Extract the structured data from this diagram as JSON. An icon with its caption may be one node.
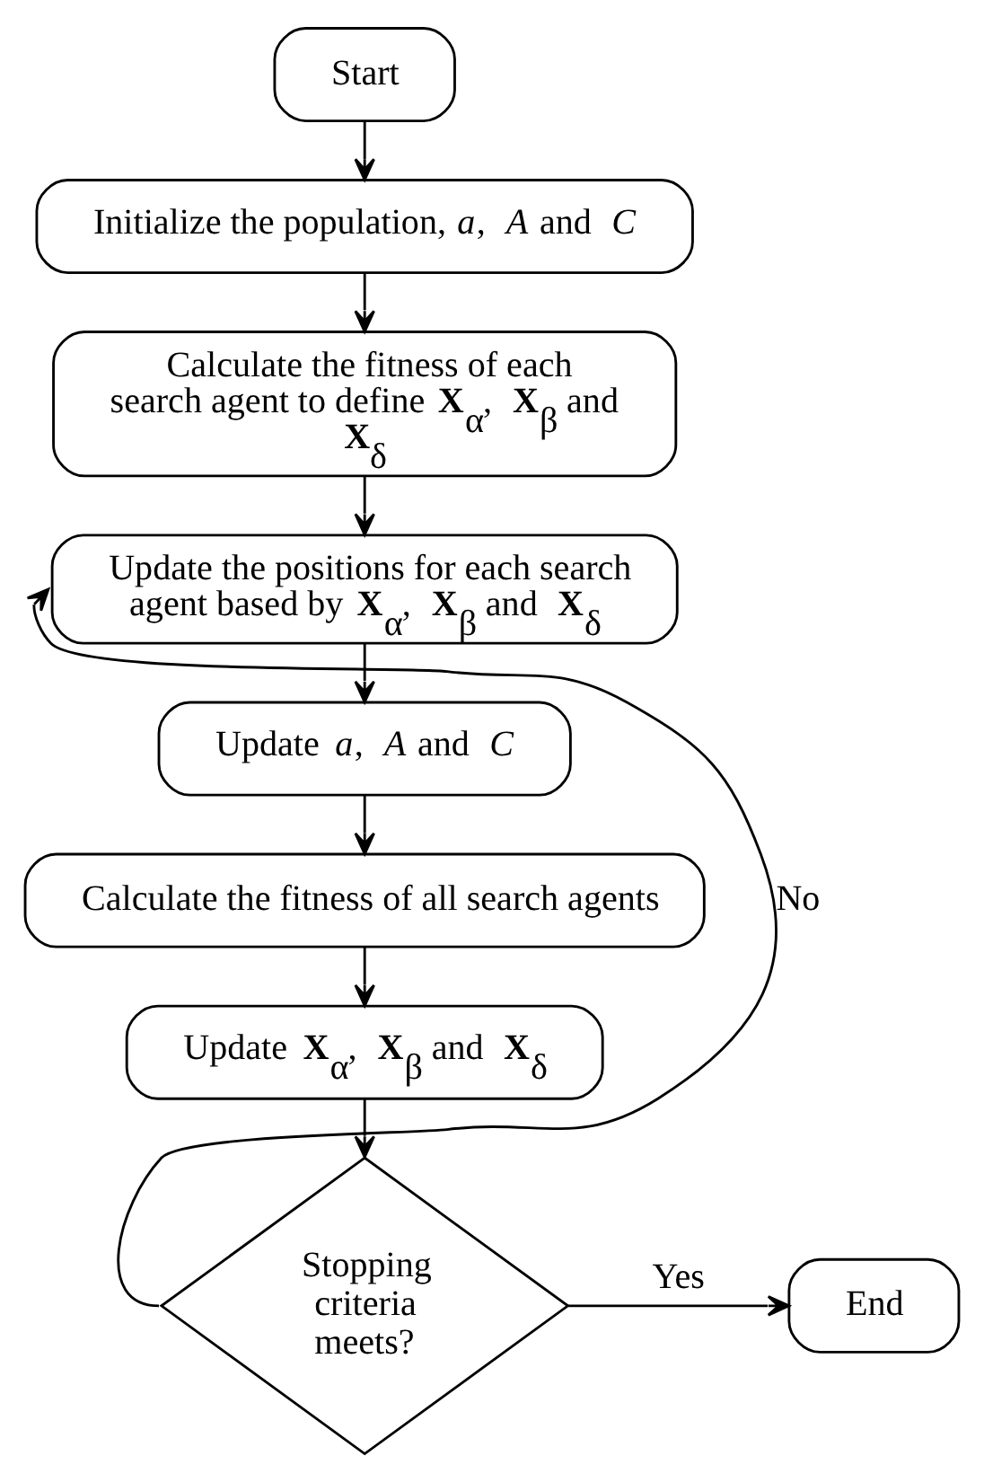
{
  "diagram": {
    "nodes": [
      {
        "text": [
          "Start"
        ]
      },
      {
        "text": [
          "Initialize the population, *a*, *A* and *C*"
        ]
      },
      {
        "text": [
          "Calculate the fitness of each search agent to define **X**$_{α}$, **X**$_{β}$ and **X**$_{δ}$"
        ]
      },
      {
        "text": [
          "Update the positions for each search agent based by **X**$_{α}$, **X**$_{β}$ and **X**$_{δ}$"
        ]
      },
      {
        "text": [
          "Update *a*, *A* and *C*"
        ]
      },
      {
        "text": [
          "Calculate the fitness of all search agents"
        ]
      },
      {
        "text": [
          "Update **X**$_{α}$, **X**$_{β}$ and **X**$_{δ}$"
        ]
      },
      {
        "text": [
          "Stopping criteria meets?"
        ]
      },
      {
        "text": [
          "End"
        ]
      }
    ],
    "edges": [
      {
        "from": 0,
        "to": 1,
        "arrow": "to"
      },
      {
        "from": 1,
        "to": 2,
        "arrow": "to"
      },
      {
        "from": 2,
        "to": 3,
        "arrow": "to"
      },
      {
        "from": 3,
        "to": 4,
        "arrow": "to"
      },
      {
        "from": 4,
        "to": 5,
        "arrow": "to"
      },
      {
        "from": 5,
        "to": 6,
        "arrow": "to"
      },
      {
        "from": 6,
        "to": 7,
        "arrow": "to"
      },
      {
        "from": 7,
        "to": 8,
        "arrow": "to",
        "label": "Yes"
      },
      {
        "from": 7,
        "to": 3,
        "arrow": "to",
        "label": "No"
      }
    ]
  }
}
